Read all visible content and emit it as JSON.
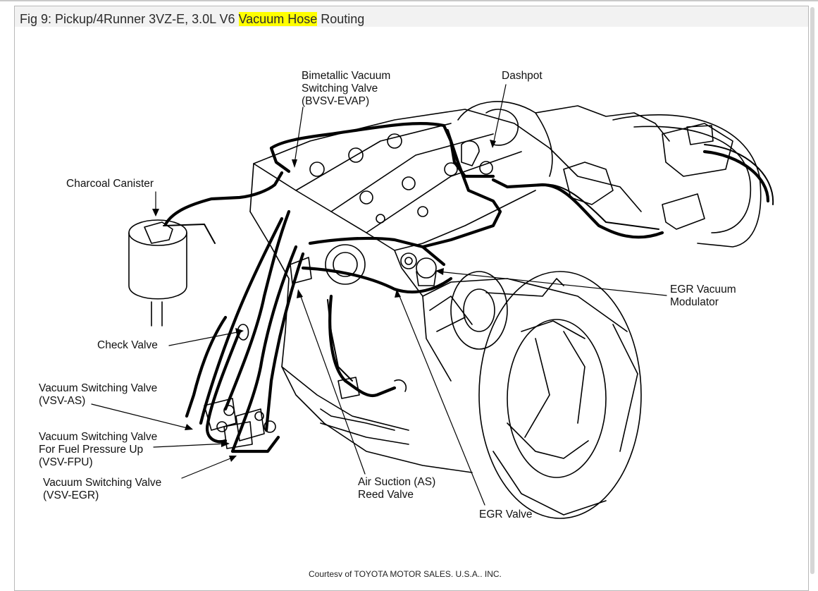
{
  "figure": {
    "title_prefix": "Fig 9: Pickup/4Runner 3VZ-E, 3.0L V6 ",
    "title_highlight": "Vacuum Hose",
    "title_suffix": " Routing",
    "highlight_color": "#ffff00"
  },
  "labels": {
    "bvsv": [
      "Bimetallic Vacuum",
      "Switching Valve",
      "(BVSV-EVAP)"
    ],
    "dashpot": "Dashpot",
    "charcoal_canister": "Charcoal Canister",
    "egr_modulator": [
      "EGR Vacuum",
      "Modulator"
    ],
    "check_valve": "Check Valve",
    "vsv_as": [
      "Vacuum Switching Valve",
      "(VSV-AS)"
    ],
    "vsv_fpu": [
      "Vacuum Switching Valve",
      "For Fuel Pressure Up",
      "(VSV-FPU)"
    ],
    "vsv_egr": [
      "Vacuum Switching Valve",
      "(VSV-EGR)"
    ],
    "as_reed_valve": [
      "Air Suction (AS)",
      "Reed Valve"
    ],
    "egr_valve": "EGR Valve"
  },
  "credit": "Courtesy of TOYOTA MOTOR SALES, U.S.A., INC."
}
